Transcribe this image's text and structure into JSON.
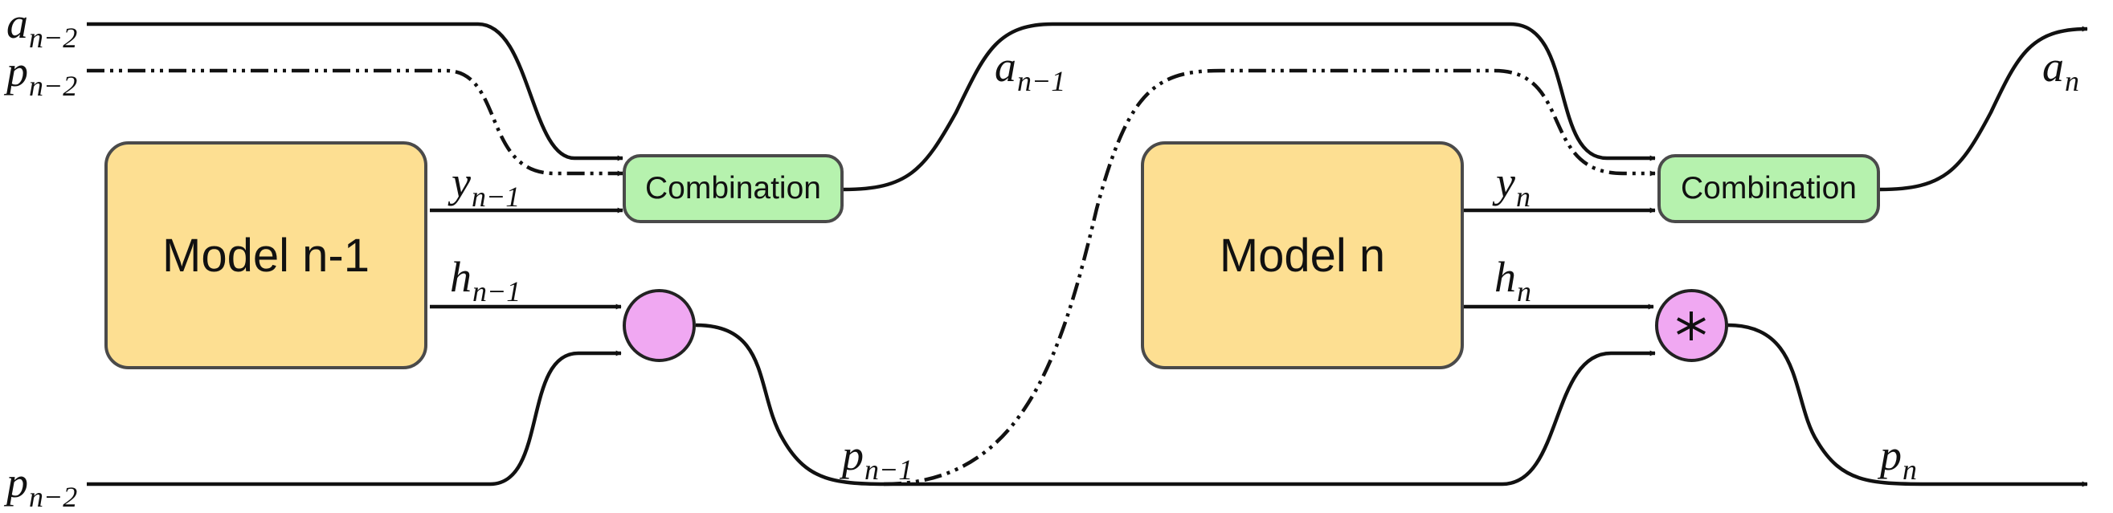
{
  "stages": [
    {
      "model_label": "Model n-1",
      "combination_label": "Combination",
      "y": {
        "base": "y",
        "sub": "n−1"
      },
      "h": {
        "base": "h",
        "sub": "n−1"
      },
      "a_out": {
        "base": "a",
        "sub": "n−1"
      },
      "p_out": {
        "base": "p",
        "sub": "n−1"
      }
    },
    {
      "model_label": "Model n",
      "combination_label": "Combination",
      "y": {
        "base": "y",
        "sub": "n"
      },
      "h": {
        "base": "h",
        "sub": "n"
      },
      "a_out": {
        "base": "a",
        "sub": "n"
      },
      "p_out": {
        "base": "p",
        "sub": "n"
      }
    }
  ],
  "inputs": {
    "a_in": {
      "base": "a",
      "sub": "n−2"
    },
    "p_in_top": {
      "base": "p",
      "sub": "n−2"
    },
    "p_in_bottom": {
      "base": "p",
      "sub": "n−2"
    }
  },
  "operator_symbol": "*",
  "colors": {
    "model_fill": "#fddf92",
    "combination_fill": "#b6f2ae",
    "operator_fill": "#f0a8f2",
    "border": "#4a4a4a",
    "line": "#111111"
  }
}
